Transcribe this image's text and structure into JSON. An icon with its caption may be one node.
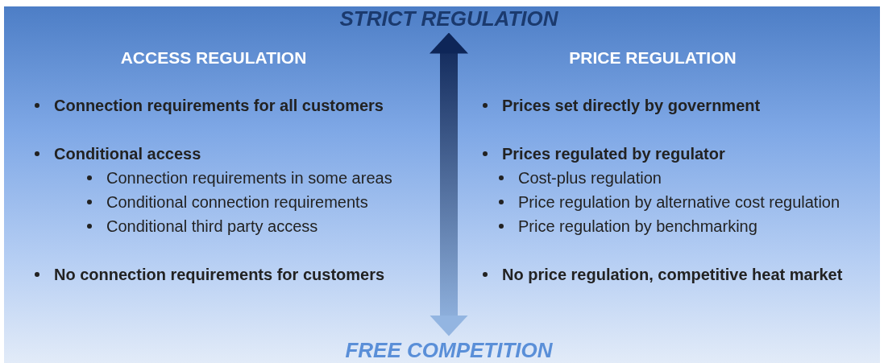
{
  "diagram": {
    "nodes": [
      {
        "text": [
          "STRICT REGULATION"
        ]
      },
      {
        "text": [
          "FREE COMPETITION"
        ]
      }
    ],
    "edges": [
      {
        "from": 0,
        "to": 1,
        "arrow": "both"
      }
    ],
    "labels": [
      "ACCESS REGULATION",
      "Connection requirements for all customers",
      "Conditional access",
      "Connection requirements in some areas",
      "Conditional connection requirements",
      "Conditional third party access",
      "No connection requirements for customers",
      "PRICE REGULATION",
      "Prices set directly by government",
      "Prices regulated by regulator",
      "Cost-plus regulation",
      "Price regulation by alternative cost regulation",
      "Price regulation by benchmarking",
      "No price regulation, competitive heat market"
    ]
  }
}
